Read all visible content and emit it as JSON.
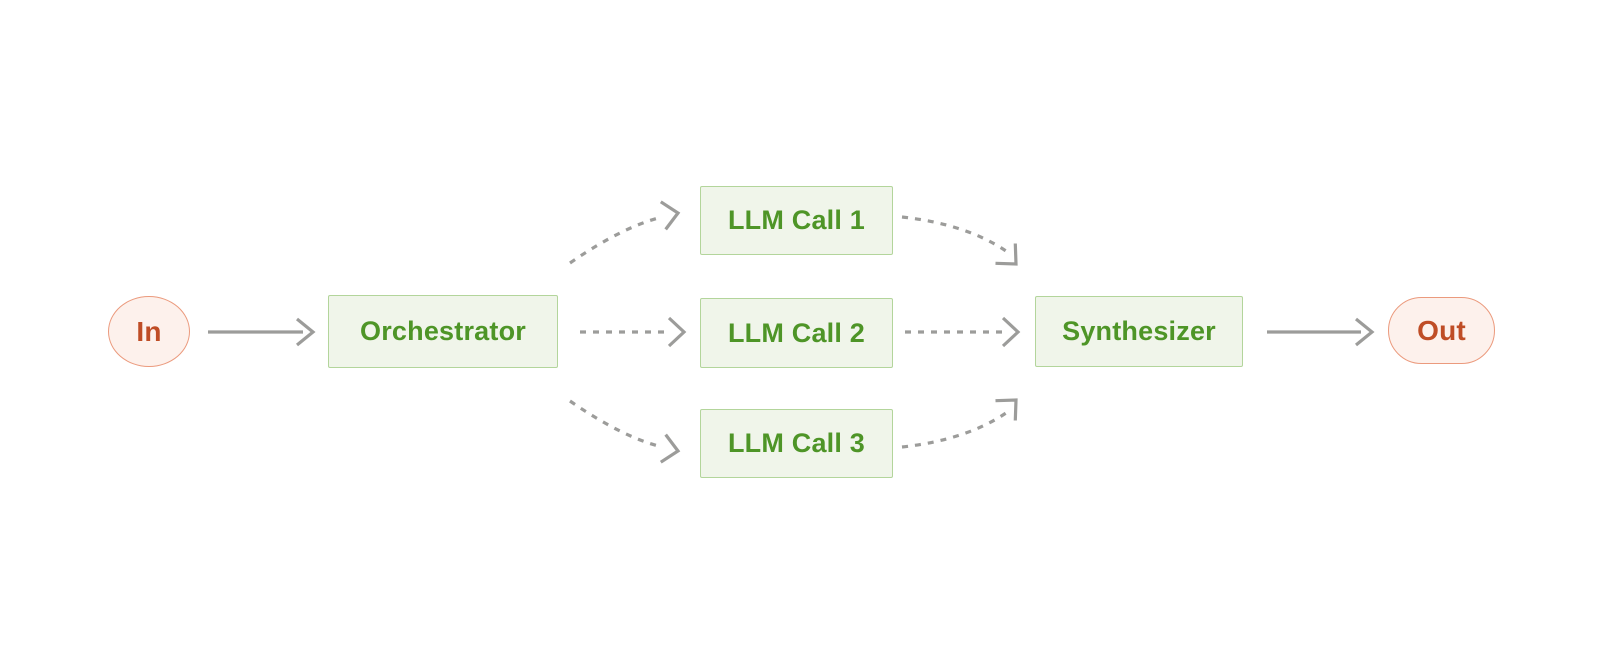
{
  "diagram": {
    "nodes": {
      "in": {
        "label": "In"
      },
      "orchestrator": {
        "label": "Orchestrator"
      },
      "llm_call_1": {
        "label": "LLM Call 1"
      },
      "llm_call_2": {
        "label": "LLM Call 2"
      },
      "llm_call_3": {
        "label": "LLM Call 3"
      },
      "synthesizer": {
        "label": "Synthesizer"
      },
      "out": {
        "label": "Out"
      }
    },
    "edges": [
      {
        "from": "In",
        "to": "Orchestrator",
        "style": "solid"
      },
      {
        "from": "Orchestrator",
        "to": "LLM Call 1",
        "style": "dashed"
      },
      {
        "from": "Orchestrator",
        "to": "LLM Call 2",
        "style": "dashed"
      },
      {
        "from": "Orchestrator",
        "to": "LLM Call 3",
        "style": "dashed"
      },
      {
        "from": "LLM Call 1",
        "to": "Synthesizer",
        "style": "dashed"
      },
      {
        "from": "LLM Call 2",
        "to": "Synthesizer",
        "style": "dashed"
      },
      {
        "from": "LLM Call 3",
        "to": "Synthesizer",
        "style": "dashed"
      },
      {
        "from": "Synthesizer",
        "to": "Out",
        "style": "solid"
      }
    ]
  },
  "colors": {
    "background": "#ffffff",
    "arrow": "#9c9c9a",
    "process_fill": "#f0f5ea",
    "process_border": "#b3d59b",
    "process_text": "#4e9527",
    "terminal_fill": "#fdf1ec",
    "terminal_border": "#eb9a7d",
    "terminal_text": "#bf4d26"
  }
}
